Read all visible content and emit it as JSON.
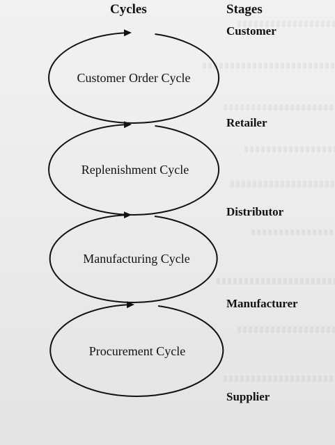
{
  "headers": {
    "cycles": "Cycles",
    "stages": "Stages"
  },
  "stages": [
    "Customer",
    "Retailer",
    "Distributor",
    "Manufacturer",
    "Supplier"
  ],
  "cycles": [
    "Customer Order Cycle",
    "Replenishment Cycle",
    "Manufacturing Cycle",
    "Procurement Cycle"
  ],
  "colors": {
    "ink": "#111111",
    "page": "#ececec"
  }
}
